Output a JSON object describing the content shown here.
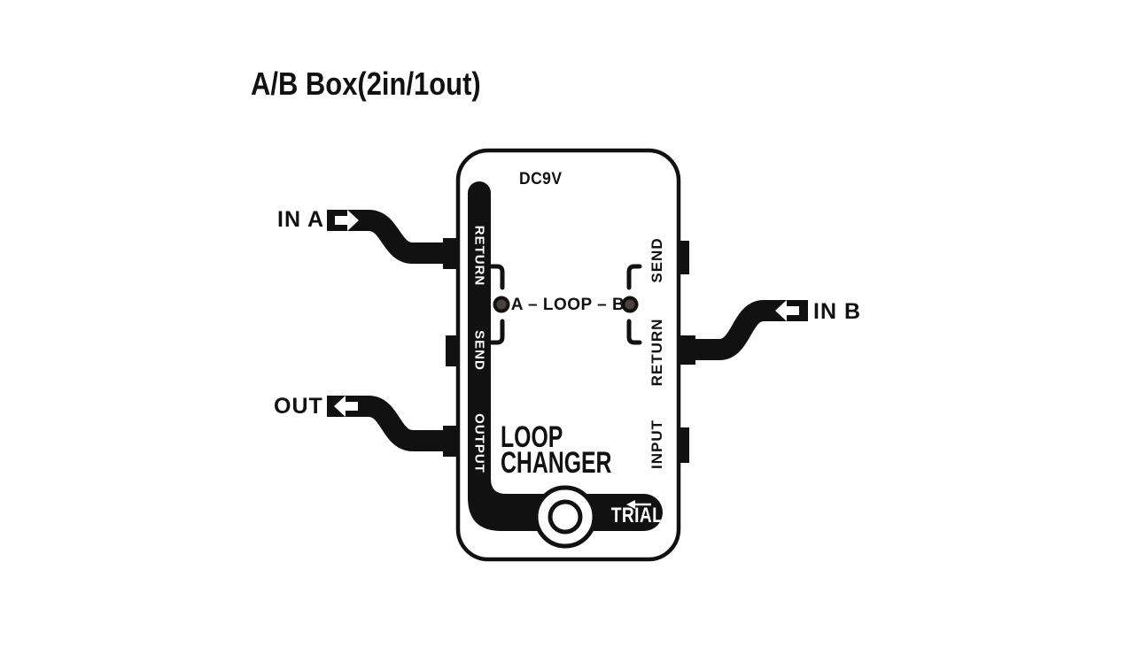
{
  "title": "A/B Box(2in/1out)",
  "colors": {
    "ink": "#111111",
    "paper": "#ffffff",
    "led_fill": "#4a4140"
  },
  "cables": {
    "in_a": {
      "label": "IN A",
      "arrow_icon": "arrow-right"
    },
    "out": {
      "label": "OUT",
      "arrow_icon": "arrow-left"
    },
    "in_b": {
      "label": "IN B",
      "arrow_icon": "arrow-left"
    }
  },
  "pedal": {
    "power_label": "DC9V",
    "model_line1": "LOOP",
    "model_line2": "CHANGER",
    "brand": "TRIAL",
    "loop_indicator": "A – LOOP – B",
    "left_jacks": [
      "RETURN",
      "SEND",
      "OUTPUT"
    ],
    "right_jacks": [
      "SEND",
      "RETURN",
      "INPUT"
    ]
  },
  "icons": {
    "led": "led-dot",
    "footswitch": "footswitch-circle",
    "brand_arrow": "arrow-left"
  }
}
